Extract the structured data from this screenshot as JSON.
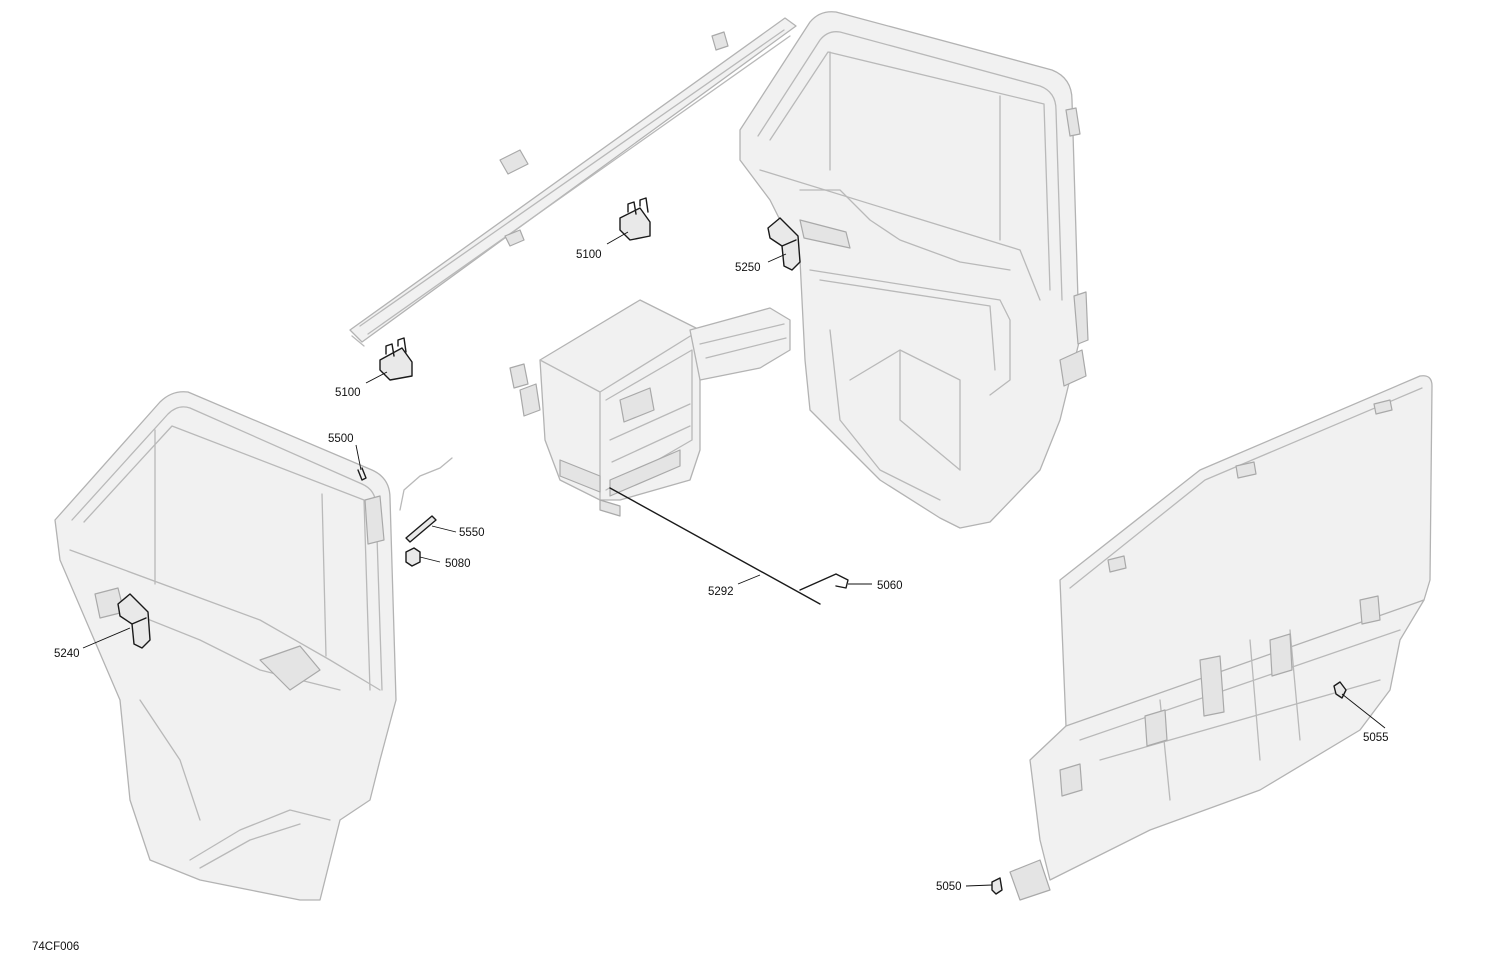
{
  "diagram_code": "74CF006",
  "callouts": [
    {
      "id": "c-5100-a",
      "label": "5100"
    },
    {
      "id": "c-5100-b",
      "label": "5100"
    },
    {
      "id": "c-5250",
      "label": "5250"
    },
    {
      "id": "c-5500",
      "label": "5500"
    },
    {
      "id": "c-5550",
      "label": "5550"
    },
    {
      "id": "c-5080",
      "label": "5080"
    },
    {
      "id": "c-5292",
      "label": "5292"
    },
    {
      "id": "c-5060",
      "label": "5060"
    },
    {
      "id": "c-5240",
      "label": "5240"
    },
    {
      "id": "c-5055",
      "label": "5055"
    },
    {
      "id": "c-5050",
      "label": "5050"
    }
  ]
}
